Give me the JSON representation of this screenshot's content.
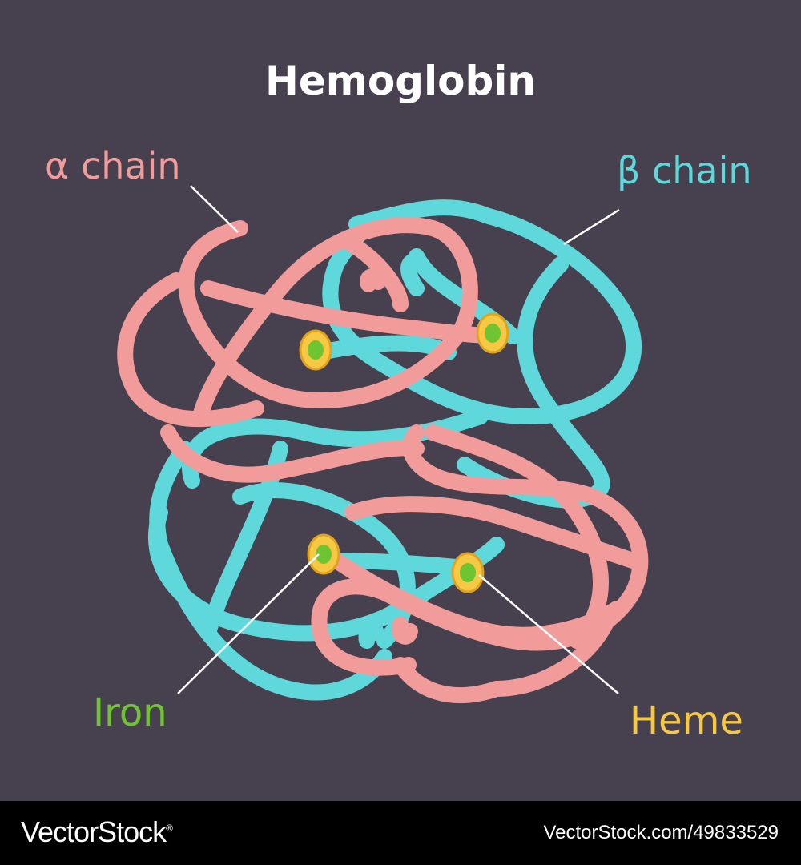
{
  "title": "Hemoglobin",
  "labels": {
    "alpha": "α chain",
    "beta": "β chain",
    "iron": "Iron",
    "heme": "Heme"
  },
  "colors": {
    "background": "#47404e",
    "alpha_chain": "#f29b9b",
    "beta_chain": "#5fd8dc",
    "iron": "#6ec531",
    "heme": "#f7c843",
    "title": "#ffffff"
  },
  "footer": {
    "brand": "VectorStock",
    "brand_mark": "®",
    "image_id": "VectorStock.com/49833529"
  }
}
